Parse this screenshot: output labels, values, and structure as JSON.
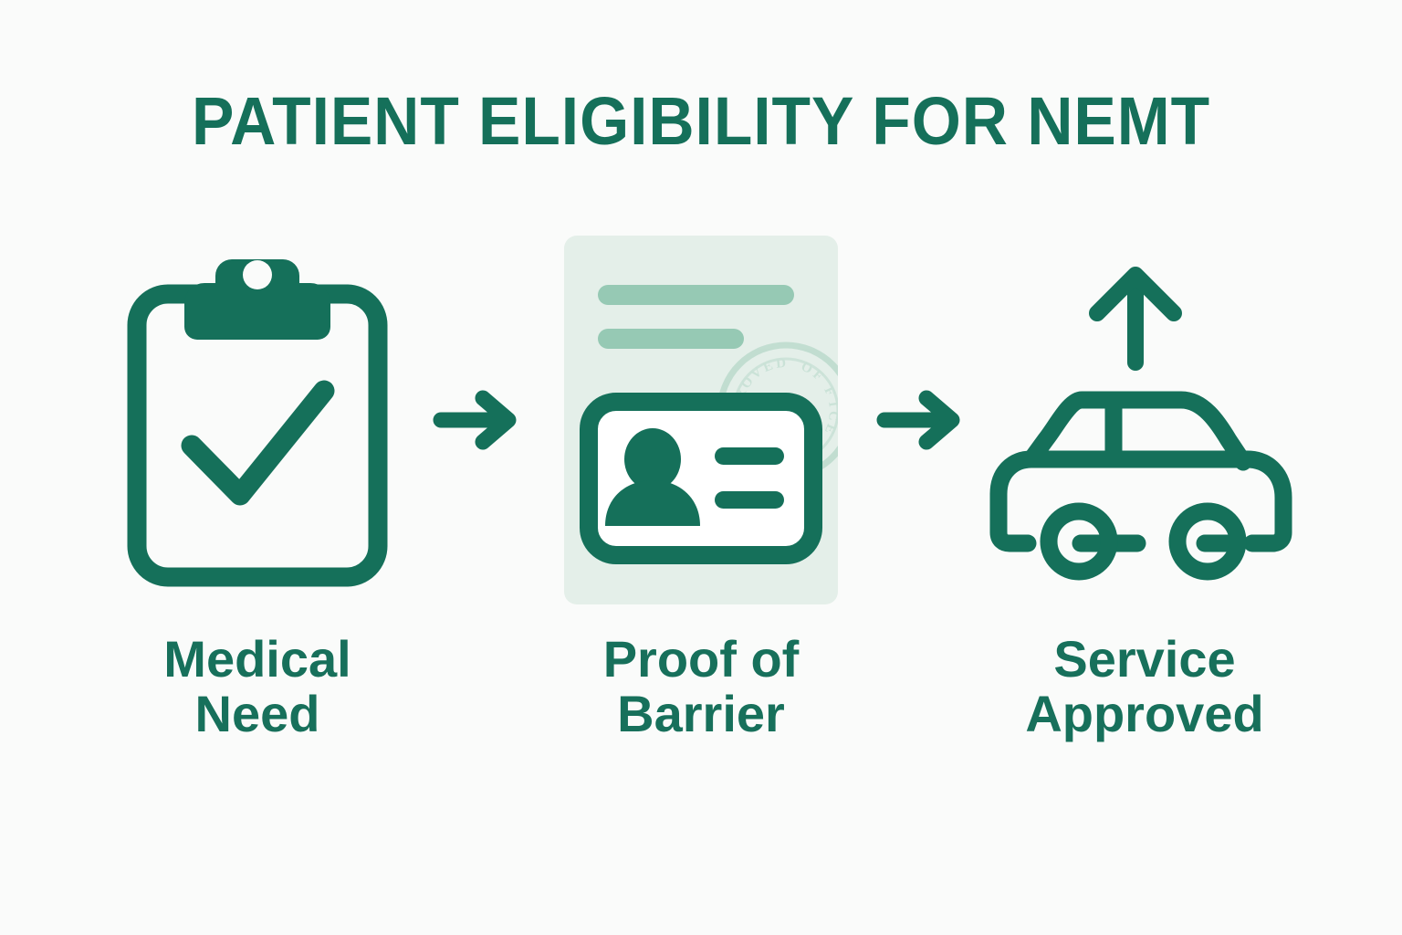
{
  "page": {
    "background_color": "#FAFBFA",
    "accent_color": "#15705A",
    "light_accent_color": "#96C9B4",
    "document_bg_color": "#E4EFE9"
  },
  "header": {
    "title": "PATIENT ELIGIBILITY FOR NEMT"
  },
  "flow": {
    "steps": [
      {
        "id": "medical-need",
        "icon": "clipboard-check-icon",
        "label": "Medical\nNeed"
      },
      {
        "id": "proof-of-barrier",
        "icon": "id-card-document-icon",
        "label": "Proof of\nBarrier"
      },
      {
        "id": "service-approved",
        "icon": "car-arrow-up-icon",
        "label": "Service\nApproved"
      }
    ],
    "connectors": [
      {
        "id": "arrow-1",
        "icon": "arrow-right-icon"
      },
      {
        "id": "arrow-2",
        "icon": "arrow-right-icon"
      }
    ]
  }
}
